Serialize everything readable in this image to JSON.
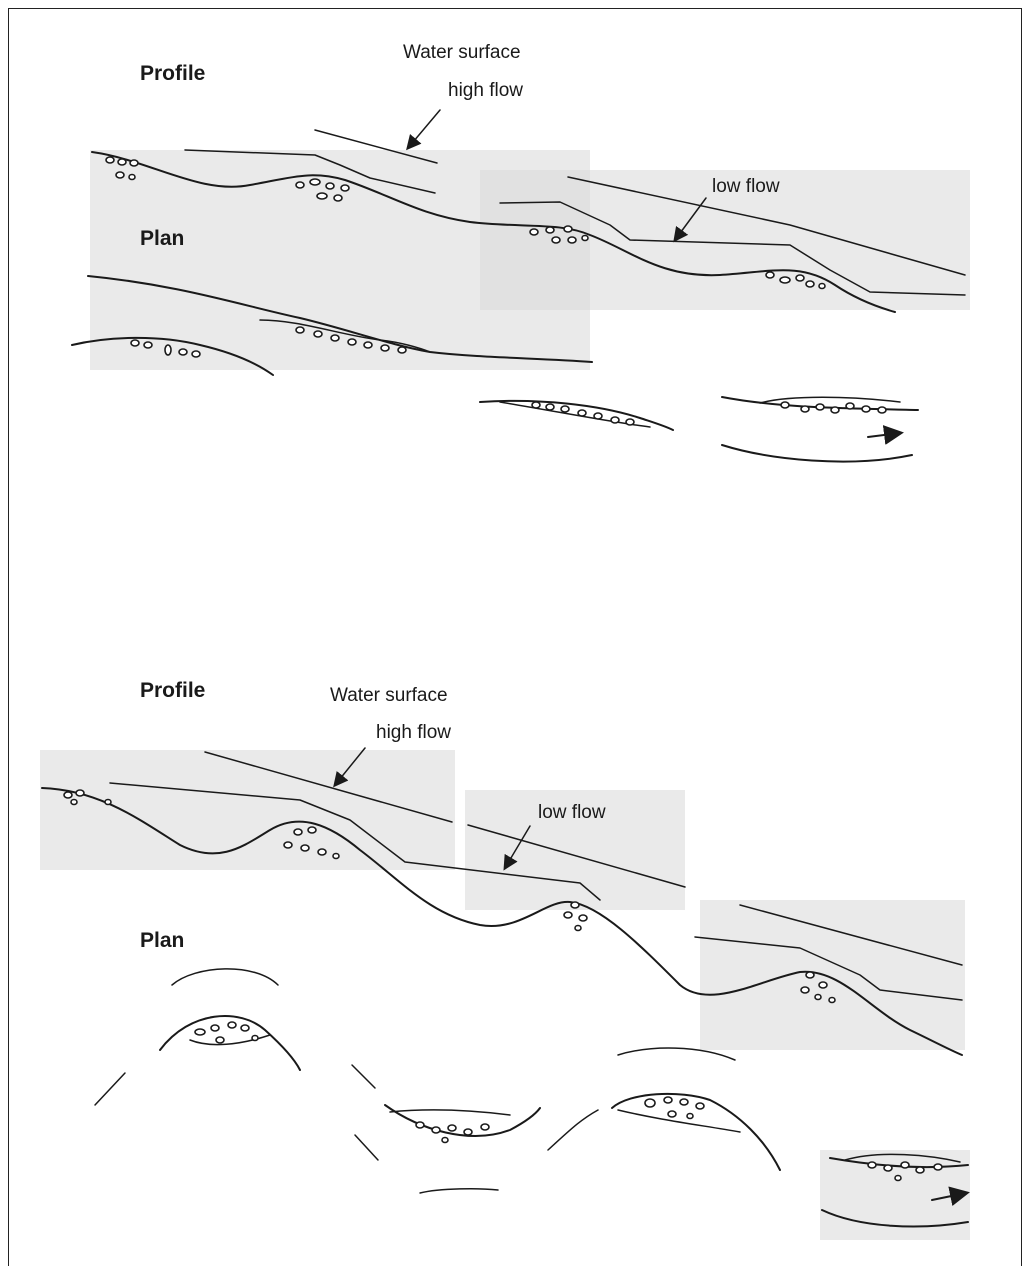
{
  "diagrams": [
    {
      "profile_label": "Profile",
      "plan_label": "Plan",
      "water_surface_label": "Water surface",
      "high_flow_label": "high flow",
      "low_flow_label": "low flow"
    },
    {
      "profile_label": "Profile",
      "plan_label": "Plan",
      "water_surface_label": "Water surface",
      "high_flow_label": "high flow",
      "low_flow_label": "low flow"
    }
  ],
  "icons": [
    "flow-direction-arrow-icon",
    "gravel-bar-icon"
  ],
  "colors": {
    "ink": "#1a1a1a",
    "paper": "#ffffff",
    "shading": "#d9d9d9"
  }
}
